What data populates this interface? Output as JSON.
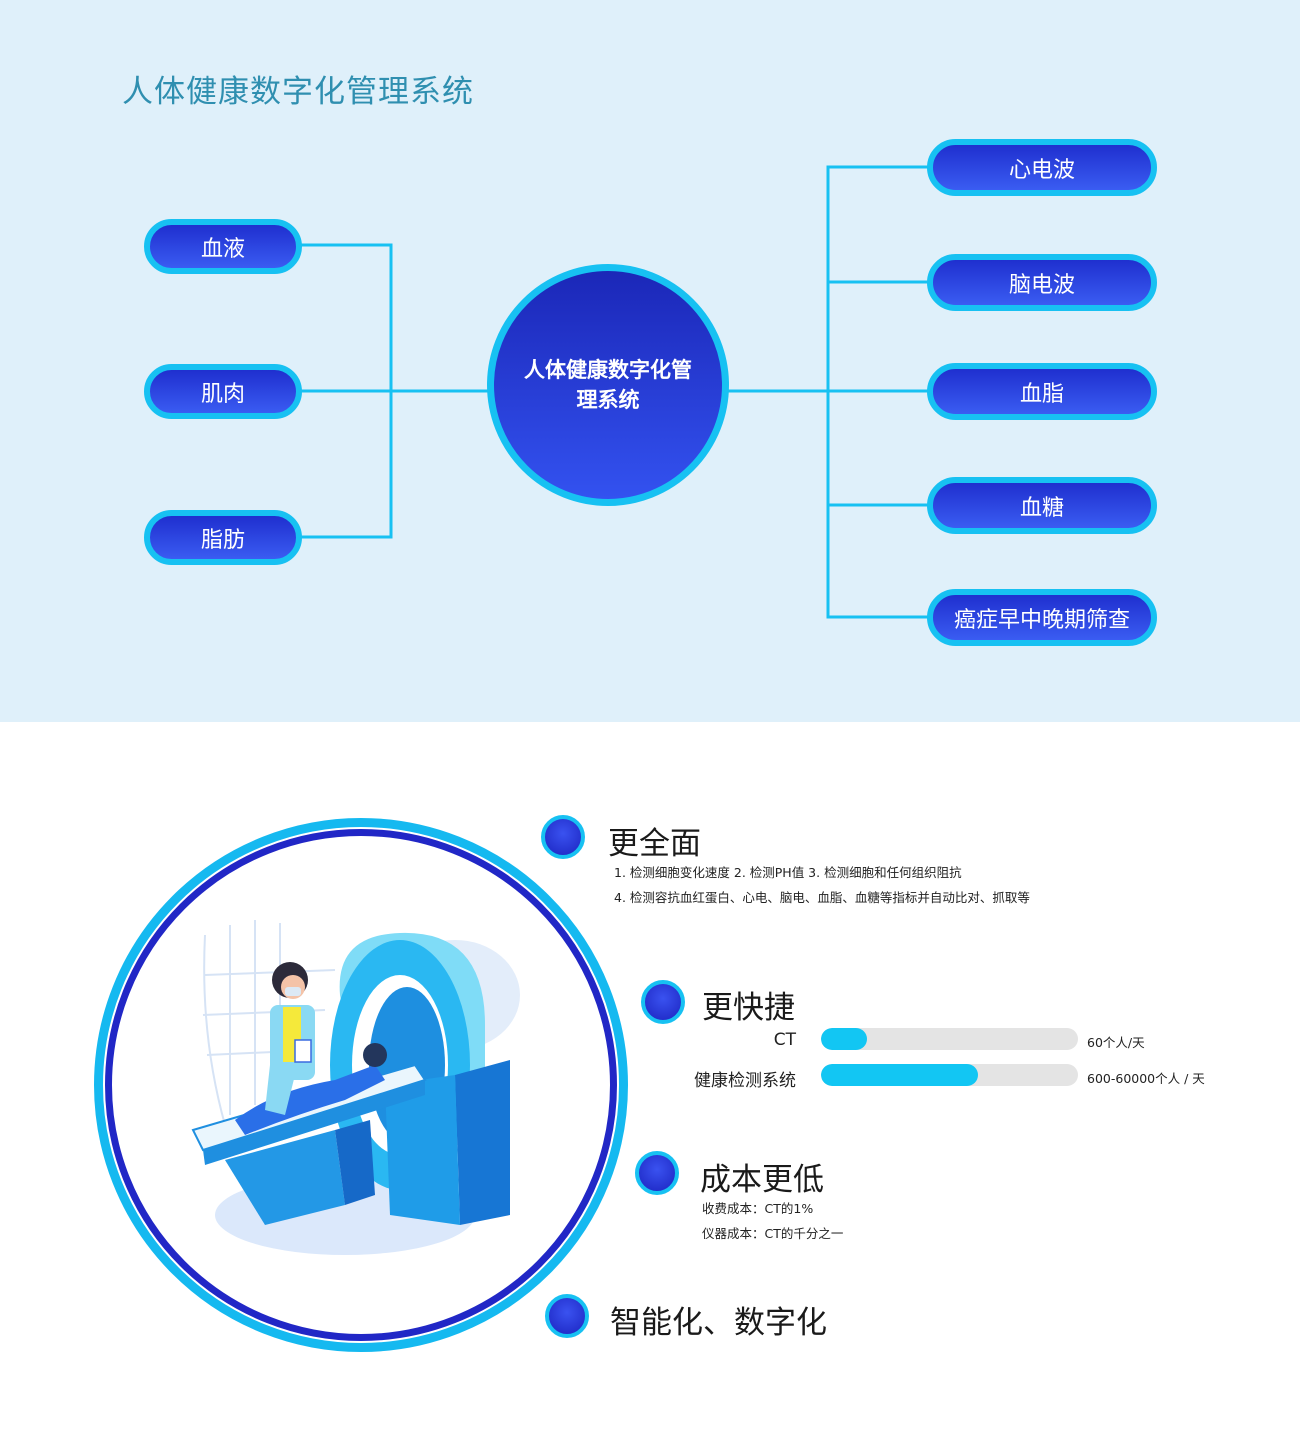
{
  "header": {
    "title": "人体健康数字化管理系统"
  },
  "center_node": {
    "label": "人体健康数字化管理系统"
  },
  "left_nodes": [
    "血液",
    "肌肉",
    "脂肪"
  ],
  "right_nodes": [
    "心电波",
    "脑电波",
    "血脂",
    "血糖",
    "癌症早中晚期筛查"
  ],
  "colors": {
    "accent": "#17c1f2",
    "node_fill": "#2233d8",
    "background_top": "#dff0fa",
    "title": "#2f8fb0"
  },
  "features": {
    "comprehensive": {
      "title": "更全面",
      "line1": "1. 检测细胞变化速度  2. 检测PH值  3. 检测细胞和任何组织阻抗",
      "line2": "4. 检测容抗血红蛋白、心电、脑电、血脂、血糖等指标并自动比对、抓取等"
    },
    "faster": {
      "title": "更快捷",
      "bars": [
        {
          "label": "CT",
          "value_text": "60个人/天",
          "fill": 0.18
        },
        {
          "label": "健康检测系统",
          "value_text": "600-60000个人 / 天",
          "fill": 0.61
        }
      ]
    },
    "cheaper": {
      "title": "成本更低",
      "line1": "收费成本：CT的1%",
      "line2": "仪器成本：CT的千分之一"
    },
    "smart": {
      "title": "智能化、数字化"
    }
  }
}
